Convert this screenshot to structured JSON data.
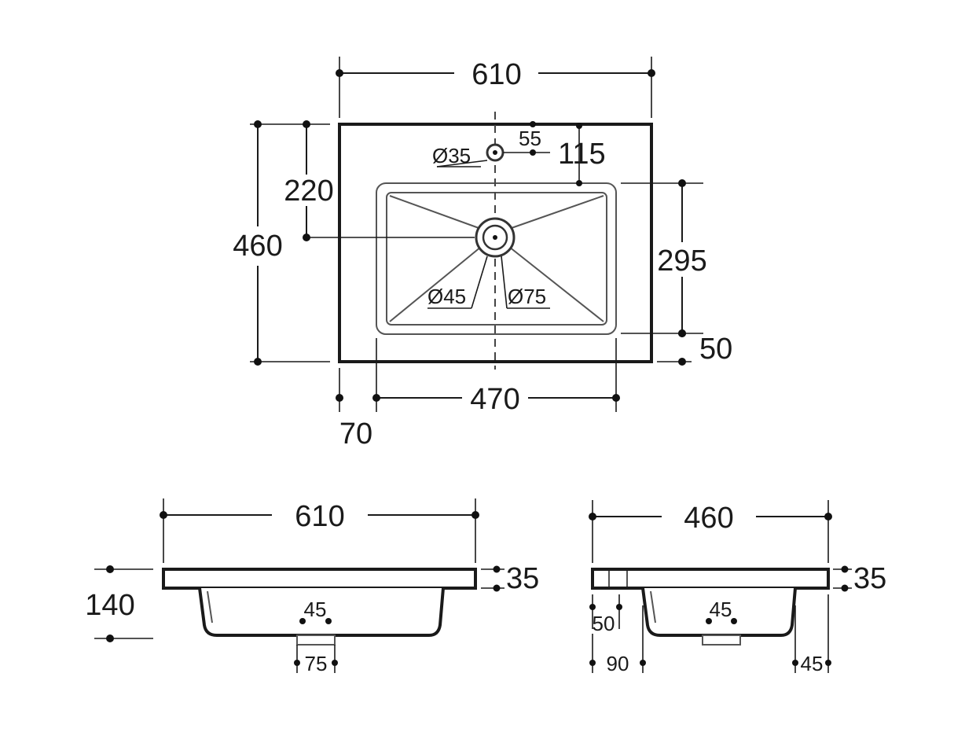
{
  "top_view": {
    "width": "610",
    "depth": "460",
    "tap_to_drain": "220",
    "tap_hole_diameter": "Ø35",
    "tap_offset": "55",
    "back_to_bowl": "115",
    "bowl_depth": "295",
    "front_margin": "50",
    "side_margin": "70",
    "bowl_width": "470",
    "drain_outer_diameter": "Ø75",
    "drain_inner_diameter": "Ø45"
  },
  "front_view": {
    "width": "610",
    "height": "140",
    "top_thickness": "35",
    "drain_pipe": "45",
    "drain_outer": "75"
  },
  "side_view": {
    "depth": "460",
    "top_thickness": "35",
    "back_offset": "50",
    "bowl_back_offset": "90",
    "bowl_front_offset": "45",
    "drain_pipe": "45"
  }
}
